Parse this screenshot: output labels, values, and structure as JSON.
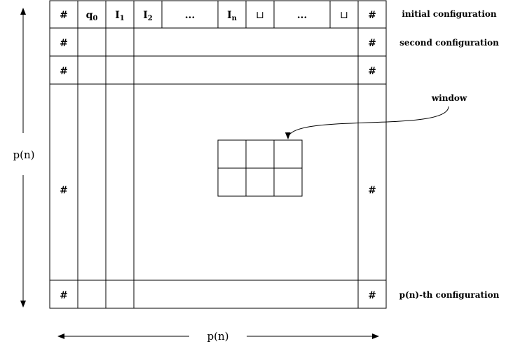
{
  "tableau": {
    "hash": "#",
    "initial_row": {
      "state": "q",
      "state_sub": "0",
      "input1": "I",
      "input1_sub": "1",
      "input2": "I",
      "input2_sub": "2",
      "dots1": "...",
      "inputn": "I",
      "inputn_sub": "n",
      "blank1": "⊔",
      "dots2": "...",
      "blank2": "⊔"
    }
  },
  "labels": {
    "initial_configuration": "initial configuration",
    "second_configuration": "second configuration",
    "last_configuration": "p(n)-th configuration",
    "window": "window",
    "height": "p(n)",
    "width": "p(n)"
  },
  "colors": {
    "line": "#000000",
    "background": "#ffffff"
  }
}
